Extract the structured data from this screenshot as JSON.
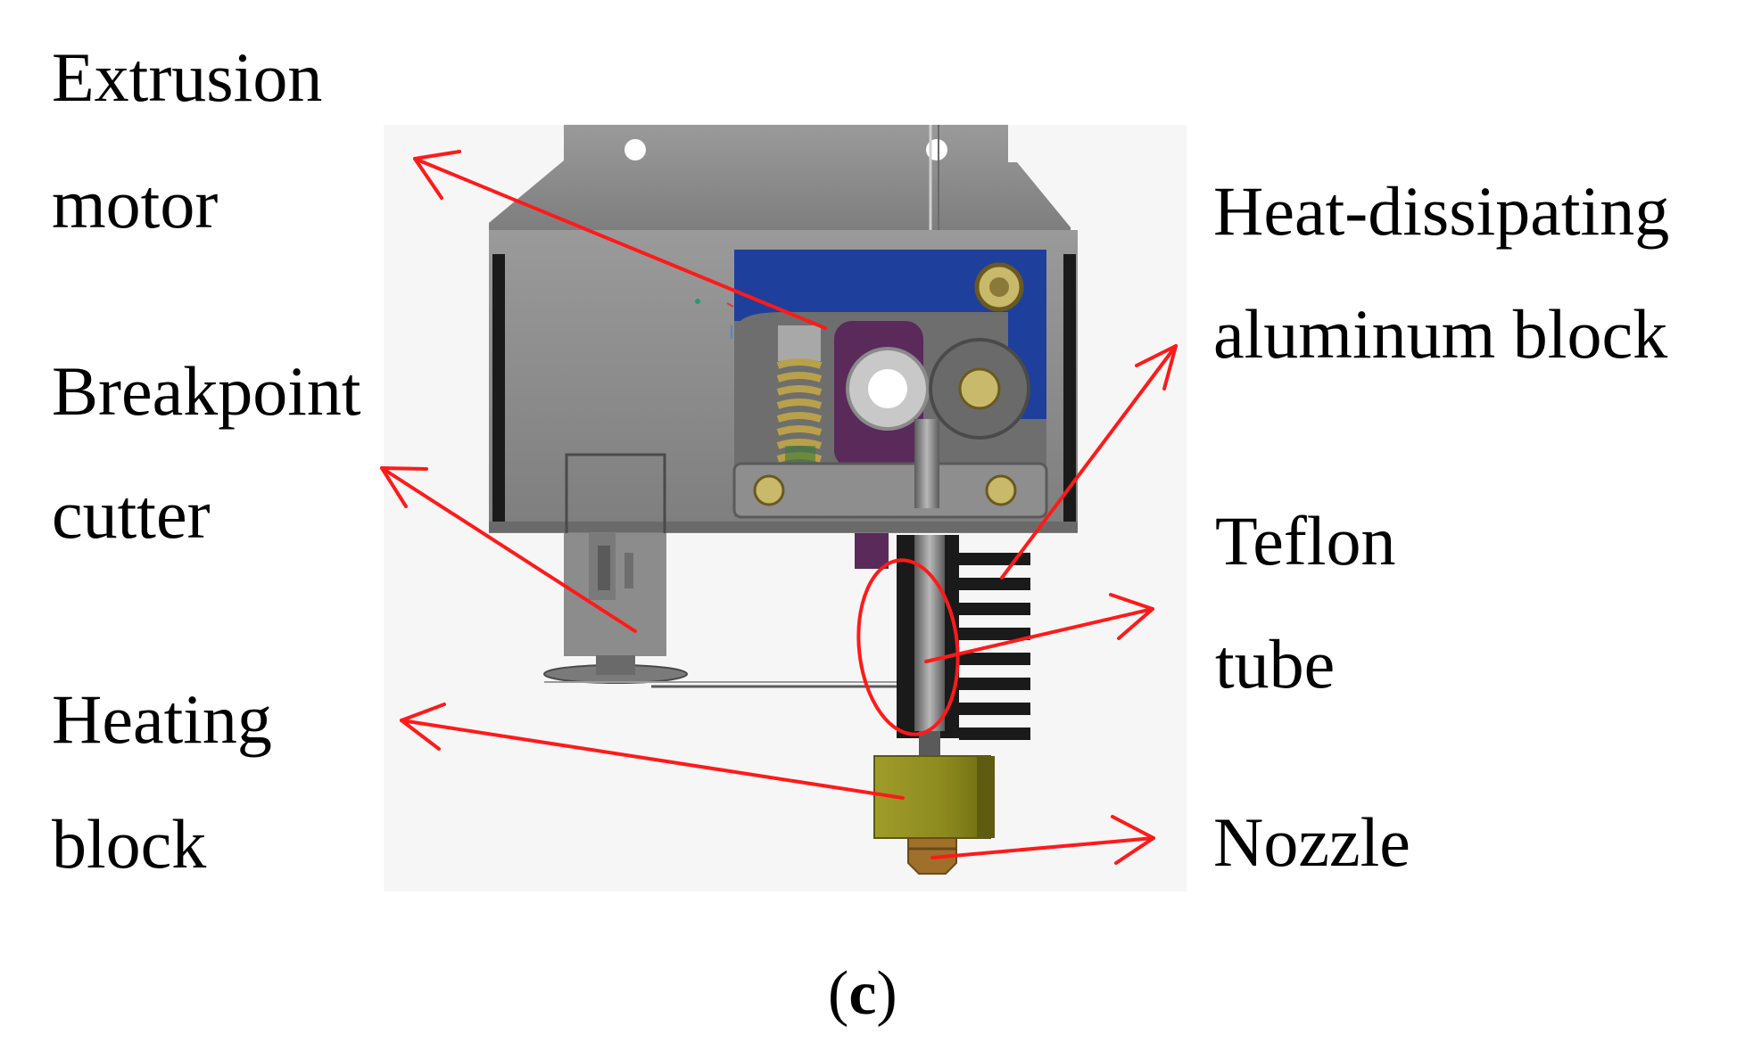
{
  "labels": {
    "extrusion_motor": {
      "line1": "Extrusion",
      "line2": "motor"
    },
    "breakpoint_cutter": {
      "line1": "Breakpoint",
      "line2": "cutter"
    },
    "heating_block": {
      "line1": "Heating",
      "line2": "block"
    },
    "heat_dissipating": {
      "line1": "Heat-dissipating",
      "line2": "aluminum block"
    },
    "teflon_tube": {
      "line1": "Teflon",
      "line2": "tube"
    },
    "nozzle": {
      "line1": "Nozzle"
    }
  },
  "caption": {
    "open": "(",
    "letter": "c",
    "close": ")"
  },
  "colors": {
    "arrow": "#ff1a1a",
    "frame": "#8a8a8a",
    "frame_dark": "#6e6e6e",
    "lever_blue": "#1f3f9c",
    "gear_purple": "#5a2a5a",
    "spring": "#b8a14a",
    "heating_block": "#8c8a1e",
    "nozzle": "#a0702a",
    "heatsink": "#1a1a1a"
  }
}
